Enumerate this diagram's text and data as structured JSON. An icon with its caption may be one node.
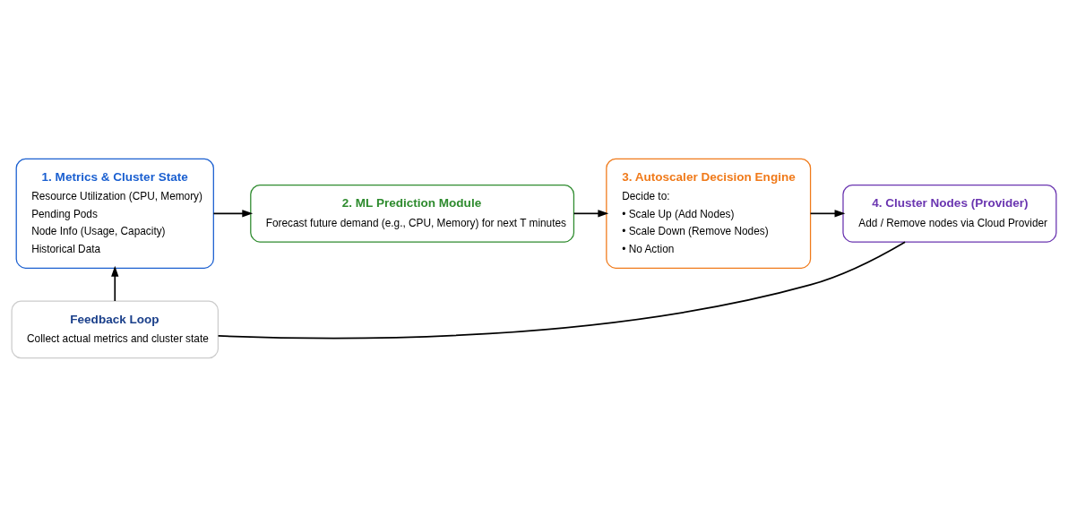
{
  "diagram": {
    "nodes": [
      {
        "text": [
          "1. Metrics & Cluster State",
          "Resource Utilization (CPU, Memory)",
          "Pending Pods",
          "Node Info (Usage, Capacity)",
          "Historical Data"
        ]
      },
      {
        "text": [
          "2. ML Prediction Module",
          "Forecast future demand (e.g., CPU, Memory) for next T minutes"
        ]
      },
      {
        "text": [
          "3. Autoscaler Decision Engine",
          "Decide to:",
          "• Scale Up (Add Nodes)",
          "• Scale Down (Remove Nodes)",
          "• No Action"
        ]
      },
      {
        "text": [
          "4. Cluster Nodes (Provider)",
          "Add / Remove nodes via Cloud Provider"
        ]
      },
      {
        "text": [
          "Feedback Loop",
          "Collect actual metrics and cluster state"
        ]
      }
    ],
    "edges": [
      {
        "from": 0,
        "to": 1,
        "arrow": "to"
      },
      {
        "from": 1,
        "to": 2,
        "arrow": "to"
      },
      {
        "from": 2,
        "to": 3,
        "arrow": "to"
      },
      {
        "from": 3,
        "to": 4,
        "arrow": "none"
      },
      {
        "from": 4,
        "to": 0,
        "arrow": "to"
      }
    ]
  }
}
